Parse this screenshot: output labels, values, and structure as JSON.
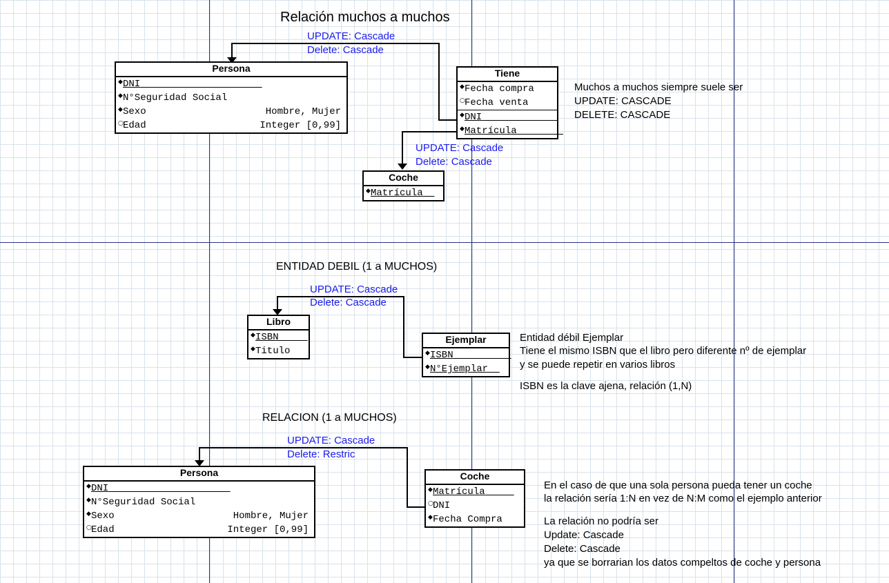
{
  "sections": {
    "nm": {
      "title": "Relación muchos a muchos",
      "rule_top": {
        "update": "UPDATE: Cascade",
        "delete": "Delete: Cascade"
      },
      "rule_bottom": {
        "update": "UPDATE: Cascade",
        "delete": "Delete: Cascade"
      },
      "persona": {
        "name": "Persona",
        "attributes": [
          {
            "name": "DNI",
            "domain": "",
            "mark": "◆",
            "key": true
          },
          {
            "name": "N°Seguridad Social",
            "domain": "",
            "mark": "◆",
            "key": false
          },
          {
            "name": "Sexo",
            "domain": "Hombre, Mujer",
            "mark": "◆",
            "key": false
          },
          {
            "name": "Edad",
            "domain": "Integer [0,99]",
            "mark": "○",
            "key": false
          }
        ]
      },
      "tiene": {
        "name": "Tiene",
        "attributes": [
          {
            "name": "Fecha compra",
            "mark": "◆",
            "key": false
          },
          {
            "name": "Fecha venta",
            "mark": "○",
            "key": false
          },
          {
            "name": "DNI",
            "mark": "◆",
            "key": true
          },
          {
            "name": "Matrícula",
            "mark": "◆",
            "key": true
          }
        ]
      },
      "coche": {
        "name": "Coche",
        "attributes": [
          {
            "name": "Matrícula",
            "mark": "◆",
            "key": true
          }
        ]
      },
      "note": [
        "Muchos a muchos siempre suele ser",
        "UPDATE: CASCADE",
        "DELETE: CASCADE"
      ]
    },
    "weak": {
      "title": "ENTIDAD DEBIL (1 a MUCHOS)",
      "rule": {
        "update": "UPDATE: Cascade",
        "delete": "Delete: Cascade"
      },
      "libro": {
        "name": "Libro",
        "attributes": [
          {
            "name": "ISBN",
            "mark": "◆",
            "key": true
          },
          {
            "name": "Titulo",
            "mark": "◆",
            "key": false
          }
        ]
      },
      "ejemplar": {
        "name": "Ejemplar",
        "attributes": [
          {
            "name": "ISBN",
            "mark": "◆",
            "key": true
          },
          {
            "name": "N°Ejemplar",
            "mark": "◆",
            "key": true
          }
        ]
      },
      "note": [
        "Entidad débil Ejemplar",
        "Tiene el mismo ISBN que el libro pero diferente nº de ejemplar",
        "y se puede repetir en varios libros",
        "ISBN es la clave ajena, relación (1,N)"
      ]
    },
    "rel": {
      "title": "RELACION (1 a MUCHOS)",
      "rule": {
        "update": "UPDATE: Cascade",
        "delete": "Delete: Restric"
      },
      "persona": {
        "name": "Persona",
        "attributes": [
          {
            "name": "DNI",
            "domain": "",
            "mark": "◆",
            "key": true
          },
          {
            "name": "N°Seguridad Social",
            "domain": "",
            "mark": "◆",
            "key": false
          },
          {
            "name": "Sexo",
            "domain": "Hombre, Mujer",
            "mark": "◆",
            "key": false
          },
          {
            "name": "Edad",
            "domain": "Integer [0,99]",
            "mark": "○",
            "key": false
          }
        ]
      },
      "coche": {
        "name": "Coche",
        "attributes": [
          {
            "name": "Matrícula",
            "mark": "◆",
            "key": true
          },
          {
            "name": "DNI",
            "mark": "○",
            "key": false
          },
          {
            "name": "Fecha Compra",
            "mark": "◆",
            "key": false
          }
        ]
      },
      "note": [
        "En el caso de que una sola persona pueda tener un coche",
        "la relación sería 1:N en vez de N:M como el ejemplo anterior",
        "La relación no podría ser",
        "Update: Cascade",
        "Delete: Cascade",
        "ya que se borrarian los datos compeltos de coche y persona"
      ]
    }
  }
}
